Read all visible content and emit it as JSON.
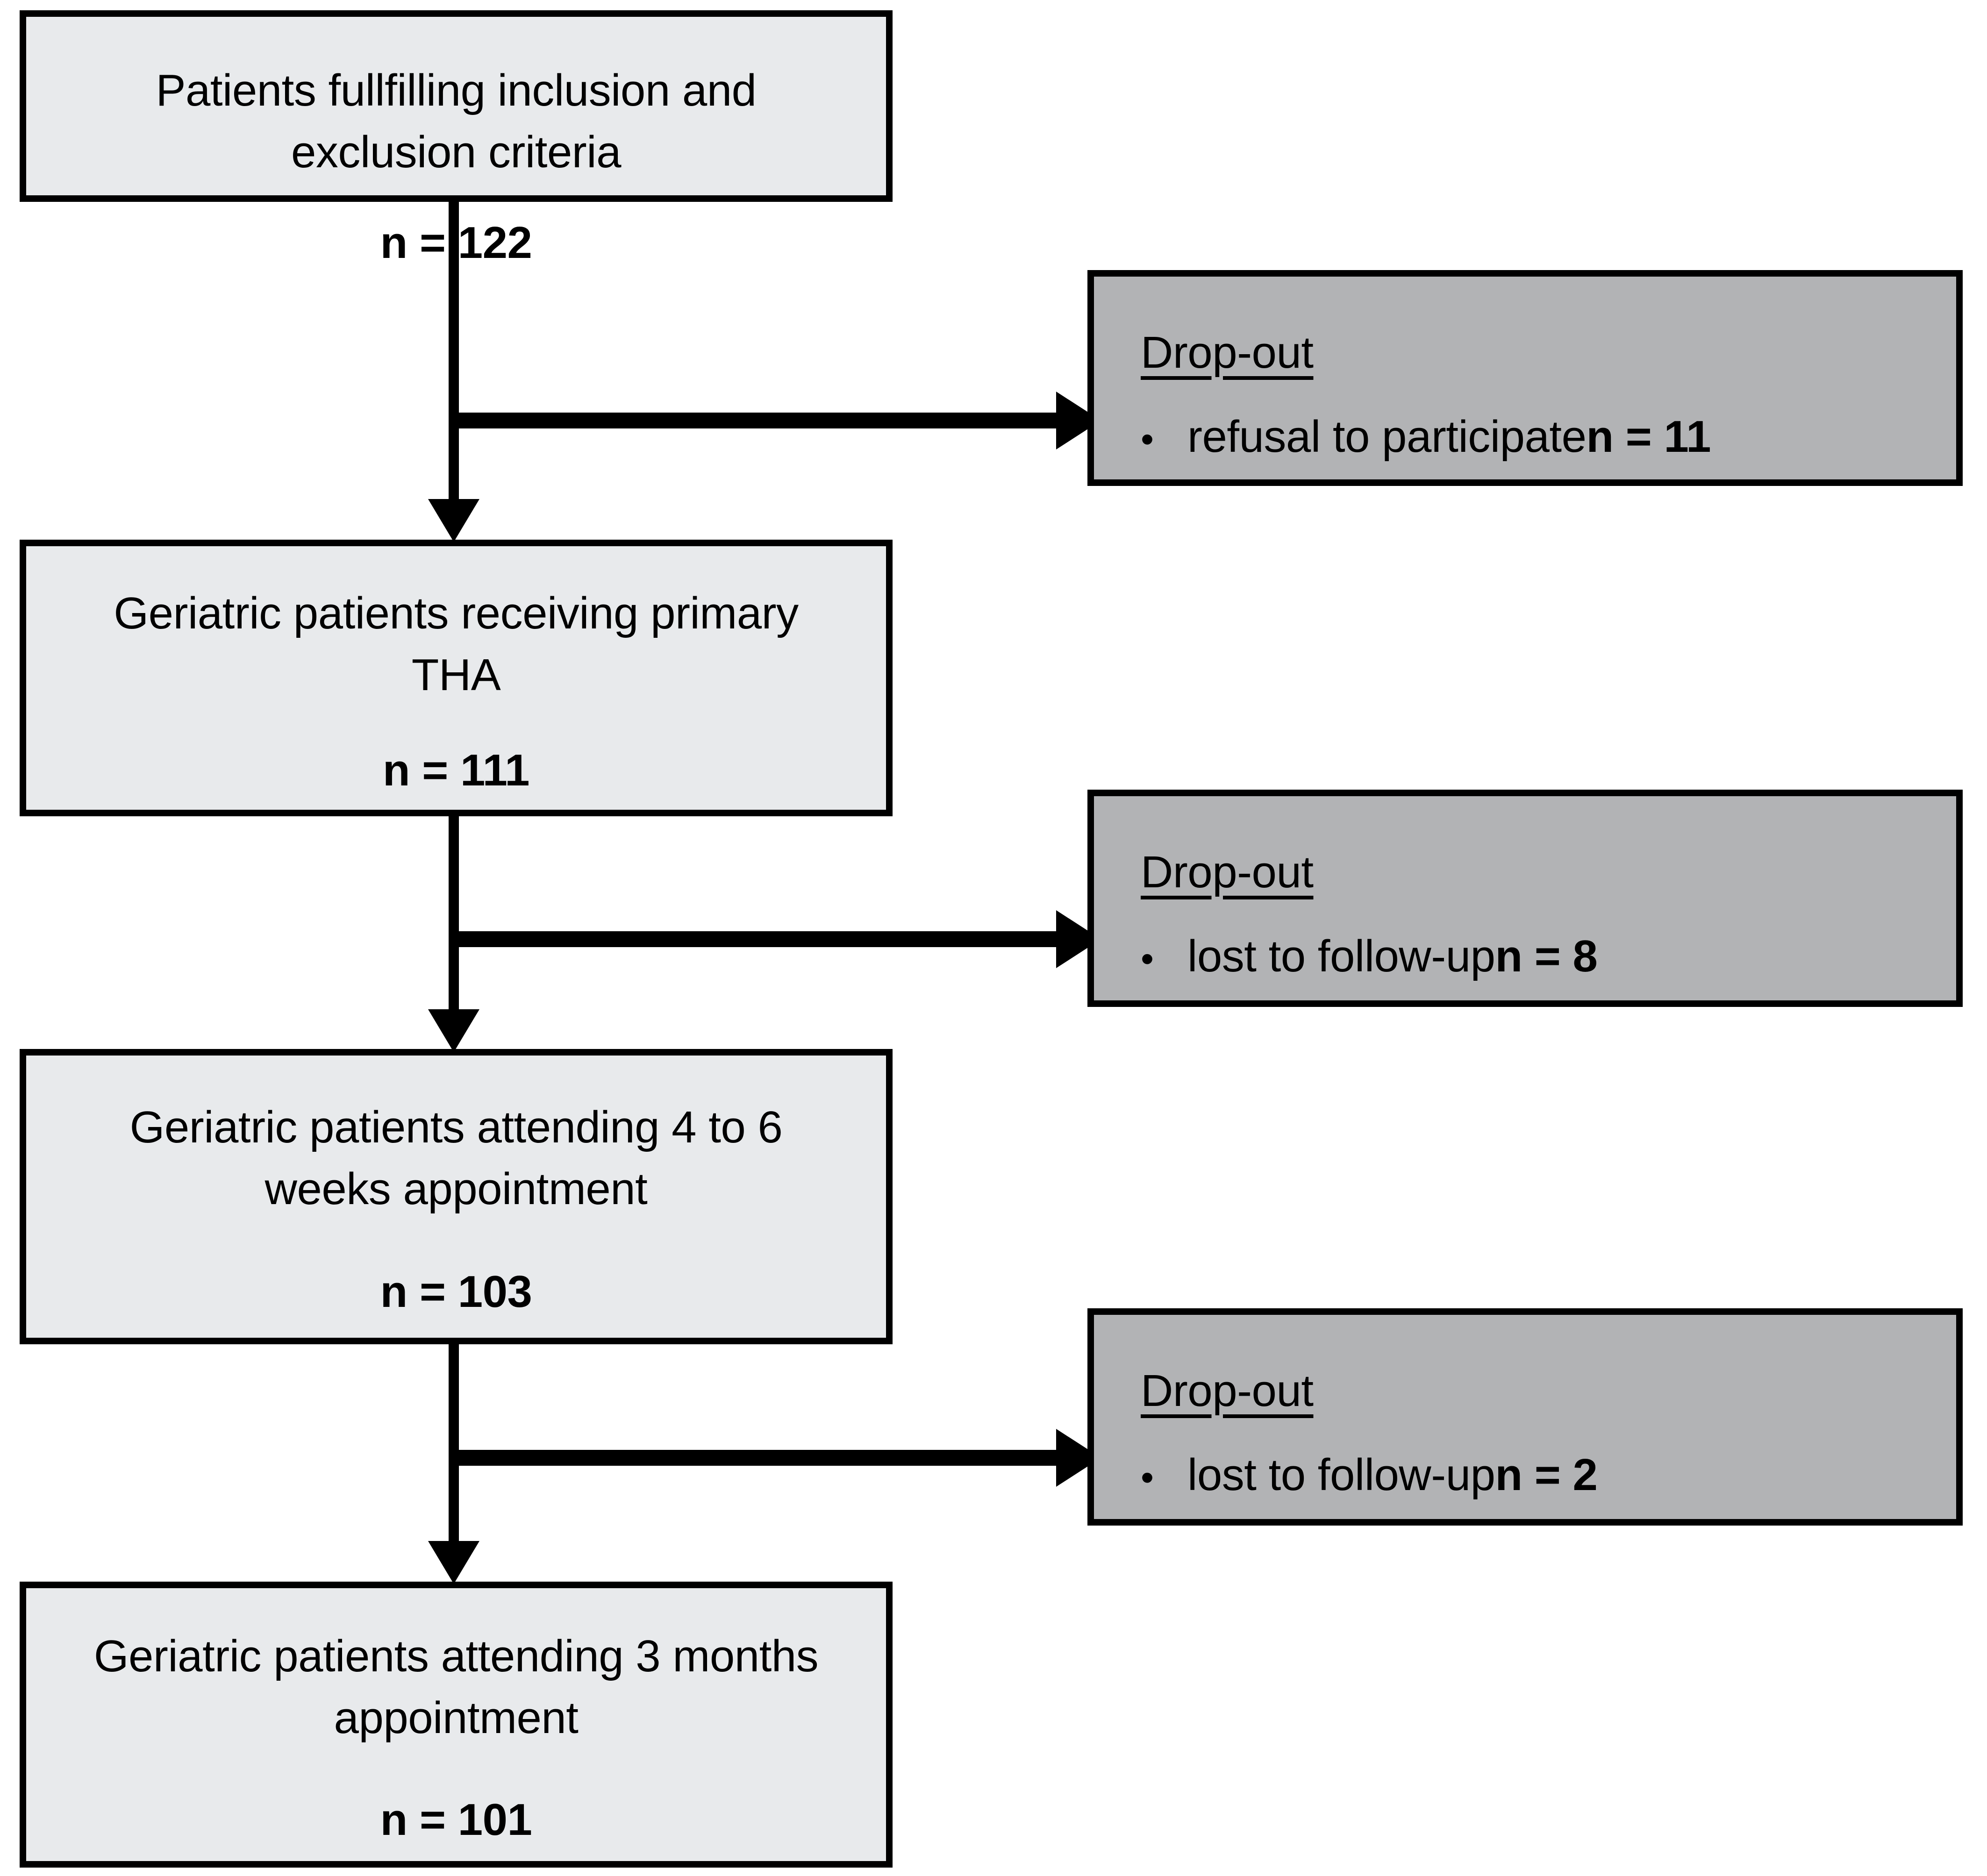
{
  "diagram": {
    "type": "patient-flow-chart",
    "colors": {
      "node_fill": "#e8eaec",
      "dropout_fill": "#b2b3b5",
      "border": "#000000",
      "background": "#ffffff"
    },
    "nodes": [
      {
        "id": "node-1",
        "title": "Patients fullfilling inclusion and\nexclusion criteria",
        "count_label": "n = 122",
        "n": 122
      },
      {
        "id": "node-2",
        "title": "Geriatric patients receiving primary\nTHA",
        "count_label": "n = 111",
        "n": 111
      },
      {
        "id": "node-3",
        "title": "Geriatric patients attending 4 to 6\nweeks appointment",
        "count_label": "n = 103",
        "n": 103
      },
      {
        "id": "node-4",
        "title": "Geriatric patients attending 3 months\nappointment",
        "count_label": "n = 101",
        "n": 101
      }
    ],
    "dropouts": [
      {
        "id": "dropout-1",
        "heading": "Drop-out",
        "bullet": "•",
        "reason": "refusal to participate ",
        "count_label": "n = 11",
        "n": 11
      },
      {
        "id": "dropout-2",
        "heading": "Drop-out",
        "bullet": "•",
        "reason": "lost to follow-up ",
        "count_label": "n = 8",
        "n": 8
      },
      {
        "id": "dropout-3",
        "heading": "Drop-out",
        "bullet": "•",
        "reason": "lost to follow-up ",
        "count_label": "n = 2",
        "n": 2
      }
    ]
  }
}
